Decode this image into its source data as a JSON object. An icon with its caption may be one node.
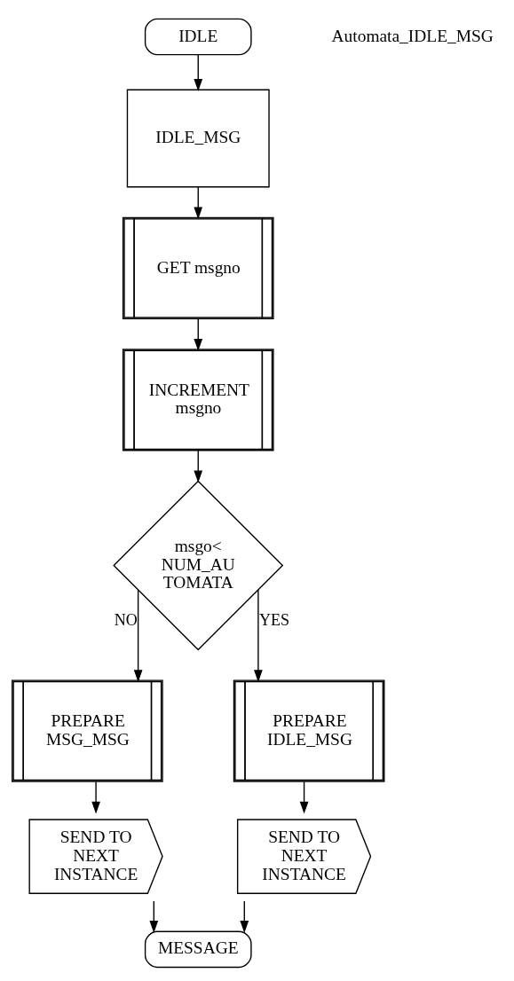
{
  "diagram": {
    "nodes": [
      {
        "text": [
          "IDLE"
        ]
      },
      {
        "text": [
          "IDLE_MSG"
        ]
      },
      {
        "text": [
          "GET msgno"
        ]
      },
      {
        "text": [
          "INCREMENT msgno"
        ]
      },
      {
        "text": [
          "msgo< NUM_AU TOMATA"
        ]
      },
      {
        "text": [
          "PREPARE MSG_MSG"
        ]
      },
      {
        "text": [
          "SEND TO NEXT INSTANCE"
        ]
      },
      {
        "text": [
          "PREPARE IDLE_MSG"
        ]
      },
      {
        "text": [
          "SEND TO NEXT INSTANCE"
        ]
      },
      {
        "text": [
          "MESSAGE"
        ]
      }
    ],
    "edges": [
      {
        "from": 0,
        "to": 1,
        "arrow": "to"
      },
      {
        "from": 1,
        "to": 2,
        "arrow": "to"
      },
      {
        "from": 2,
        "to": 3,
        "arrow": "to"
      },
      {
        "from": 3,
        "to": 4,
        "arrow": "to"
      },
      {
        "from": 4,
        "to": 5,
        "arrow": "to",
        "label": "NO"
      },
      {
        "from": 4,
        "to": 7,
        "arrow": "to",
        "label": "YES"
      },
      {
        "from": 5,
        "to": 6,
        "arrow": "to"
      },
      {
        "from": 7,
        "to": 8,
        "arrow": "to"
      },
      {
        "from": 6,
        "to": 9,
        "arrow": "to"
      },
      {
        "from": 8,
        "to": 9,
        "arrow": "to"
      }
    ],
    "labels": [
      "Automata_IDLE_MSG"
    ]
  }
}
